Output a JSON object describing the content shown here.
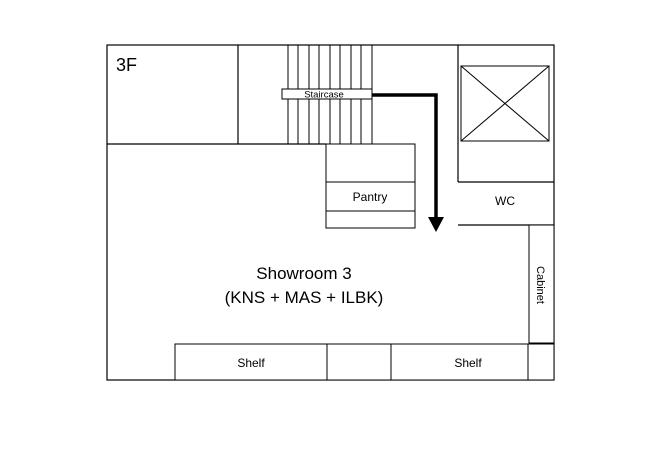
{
  "floor_label": "3F",
  "rooms": {
    "staircase": "Staircase",
    "pantry": "Pantry",
    "wc": "WC",
    "cabinet": "Cabinet",
    "showroom_name": "Showroom 3",
    "showroom_tenants": "(KNS + MAS + ILBK)",
    "shelf_left": "Shelf",
    "shelf_right": "Shelf"
  },
  "icons": {
    "elevator": "elevator-shaft-icon",
    "direction": "arrow-down-icon"
  },
  "colors": {
    "line": "#000000",
    "background": "#ffffff"
  }
}
